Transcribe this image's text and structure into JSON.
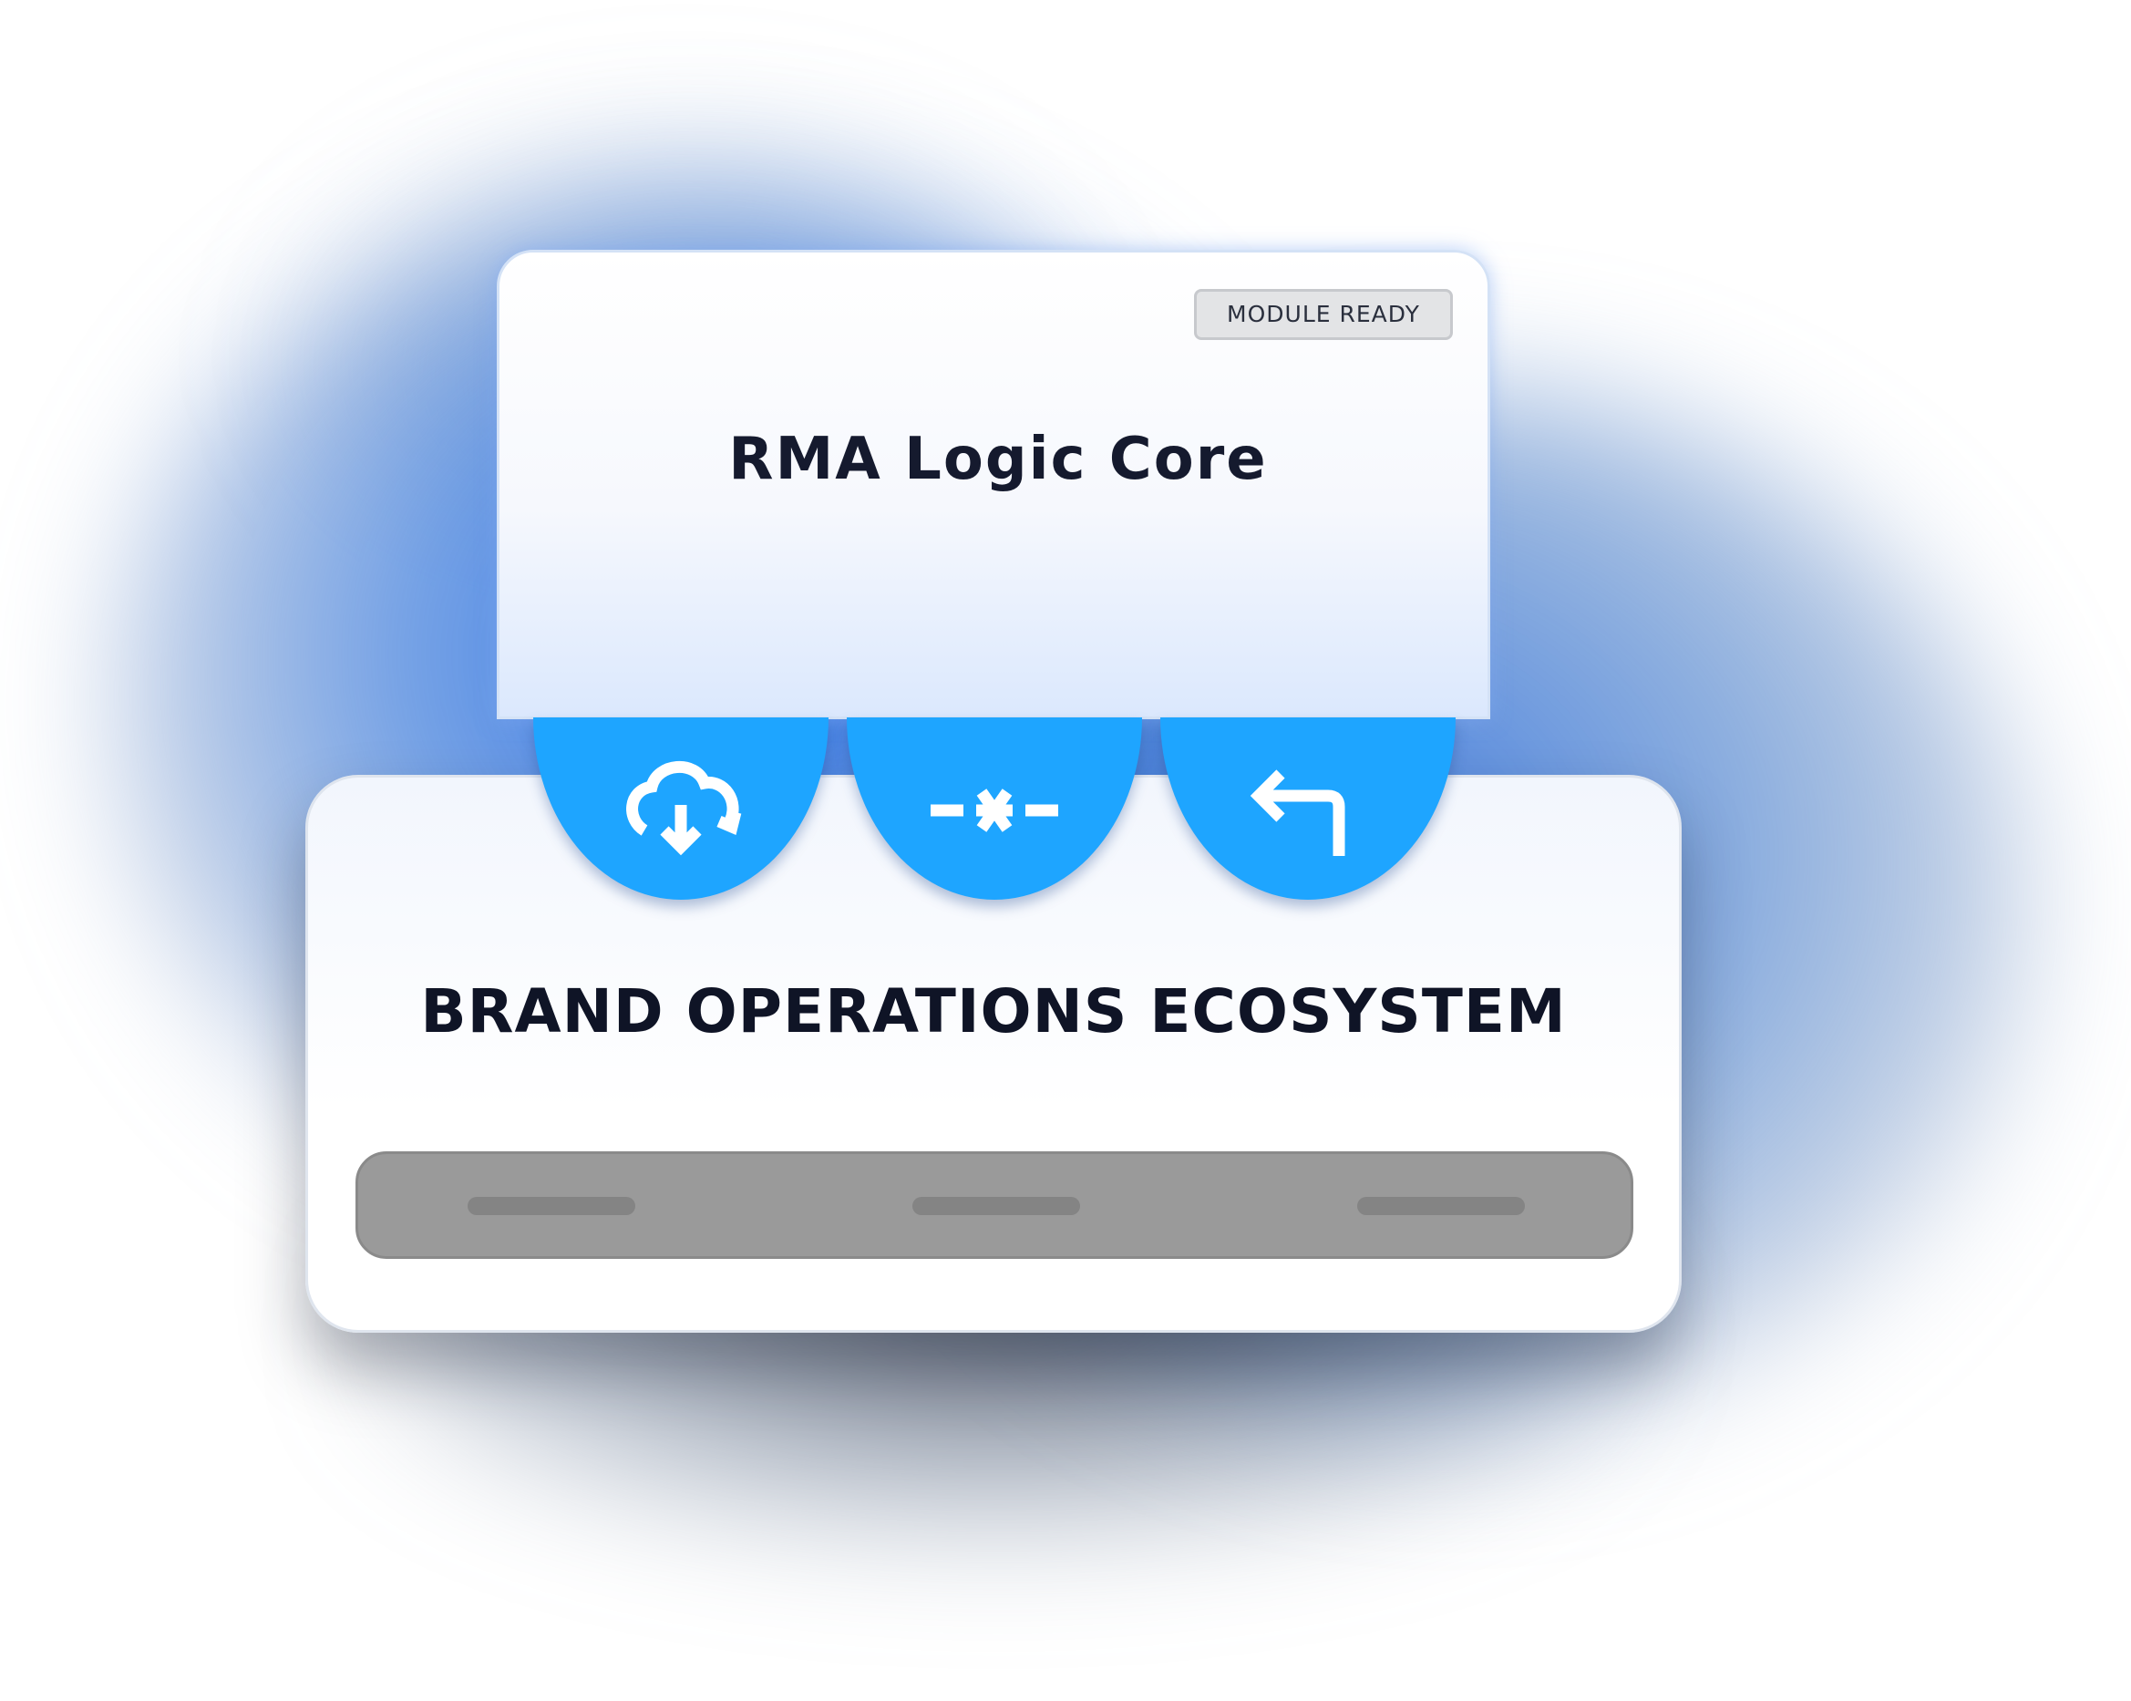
{
  "top_card": {
    "badge": "MODULE READY",
    "title": "RMA Logic Core"
  },
  "actions": [
    {
      "icon": "cloud-download-sync-icon"
    },
    {
      "icon": "broken-link-icon"
    },
    {
      "icon": "return-arrow-icon"
    }
  ],
  "base_card": {
    "title": "BRAND OPERATIONS ECOSYSTEM"
  },
  "colors": {
    "accent": "#1ea5ff",
    "text": "#0f1426",
    "bar": "#9a9a9a",
    "glow": "#2f6fe0"
  }
}
